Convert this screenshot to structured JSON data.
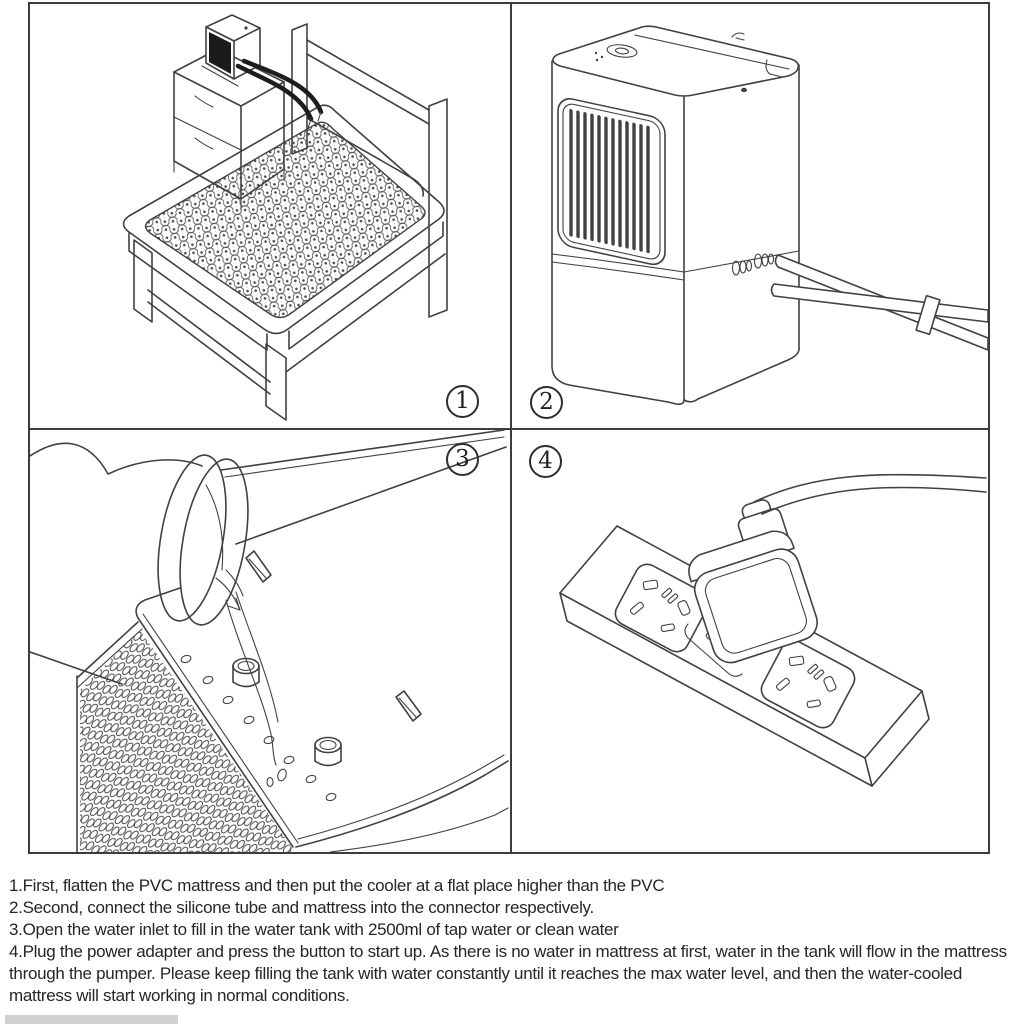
{
  "steps": [
    "1",
    "2",
    "3",
    "4"
  ],
  "instructions": [
    "1.First, flatten the PVC mattress and then put the cooler at a flat place higher than the PVC",
    "2.Second, connect the silicone tube and mattress into the connector respectively.",
    "3.Open the water inlet to fill in the water tank with 2500ml of tap water or clean water",
    "4.Plug the power adapter and press the button to start up. As there is no water in mattress at first, water in the tank will flow in the mattress through the pumper. Please keep filling the tank with water constantly until it reaches the max water level, and then the water-cooled mattress will start working in normal conditions."
  ],
  "colors": {
    "line_art": "#414141",
    "panel_border": "#3d3d3d",
    "bottom_bar": "#d1d1d1"
  }
}
